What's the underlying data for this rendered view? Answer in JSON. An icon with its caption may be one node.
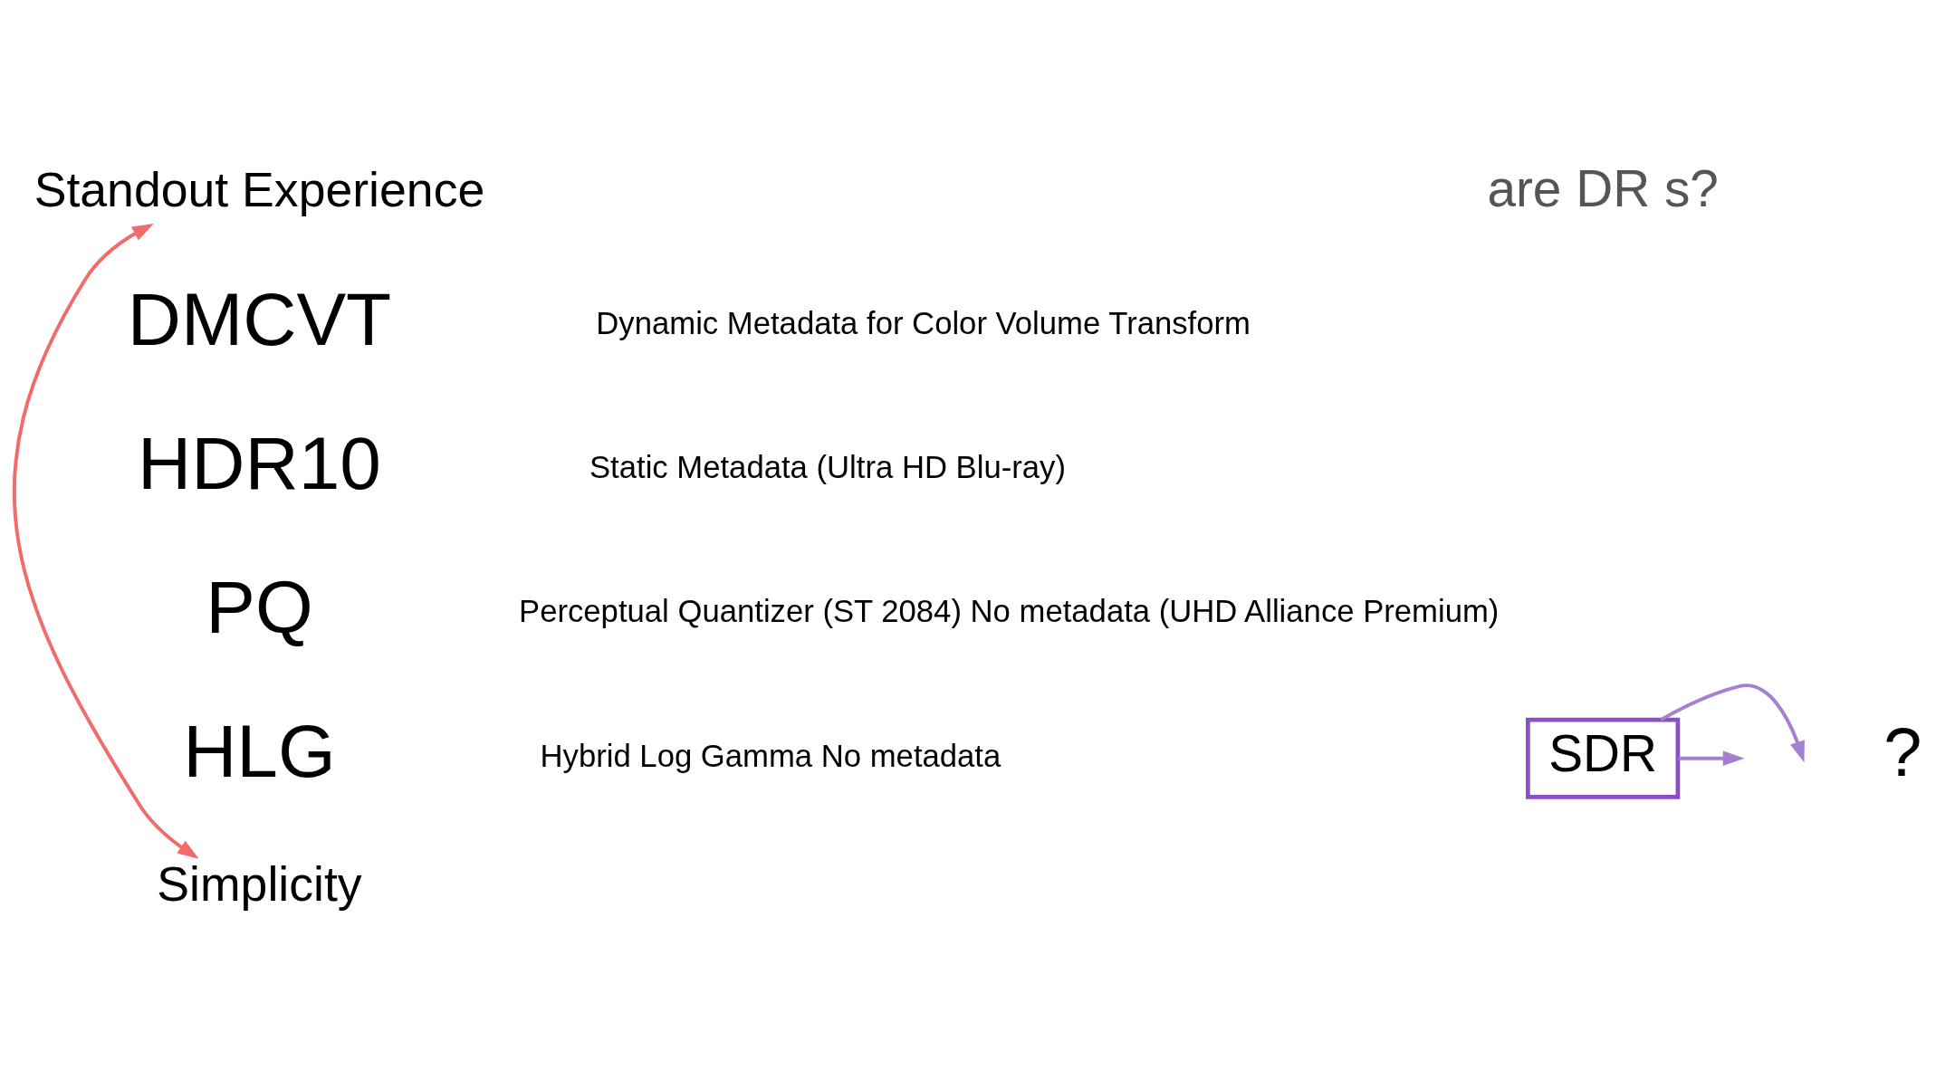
{
  "diagram": {
    "nodes": [
      {
        "text": [
          "Standout Experience"
        ]
      },
      {
        "text": [
          "SDR"
        ]
      },
      {
        "text": [
          "?"
        ]
      },
      {
        "text": [
          "Simplicity"
        ]
      }
    ],
    "edges": [
      {
        "from": 0,
        "to": 3,
        "arrow": "both",
        "color": "#f26b6b"
      },
      {
        "from": 1,
        "to": null,
        "arrow": "to",
        "color": "#a57fd0"
      },
      {
        "from": 1,
        "to": null,
        "arrow": "to",
        "color": "#a57fd0"
      }
    ],
    "labels": [
      "are DR s?",
      "DMCVT",
      "Dynamic Metadata for Color Volume Transform",
      "HDR10",
      "Static Metadata (Ultra HD Blu-ray)",
      "PQ",
      "Perceptual Quantizer (ST 2084) No metadata (UHD Alliance Premium)",
      "HLG",
      "Hybrid Log Gamma No metadata"
    ]
  }
}
